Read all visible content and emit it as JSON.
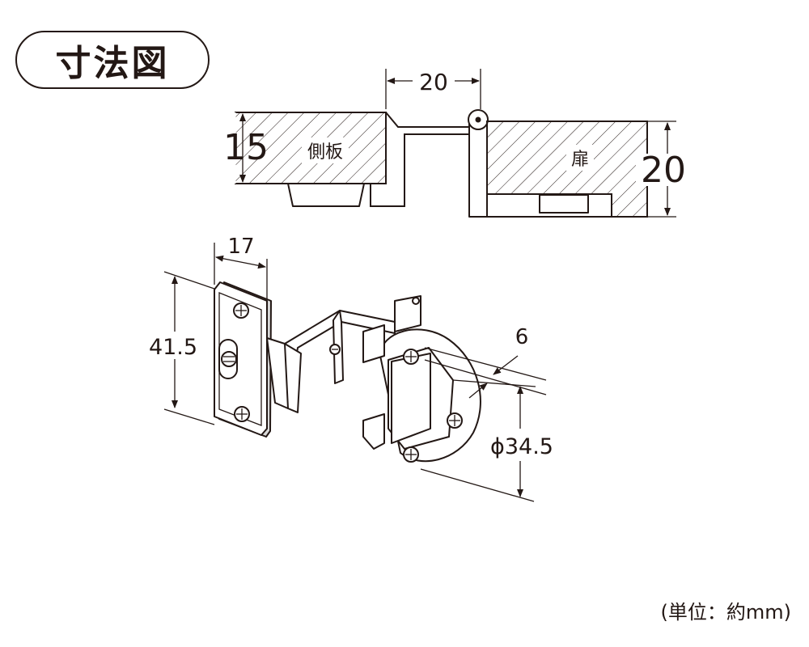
{
  "title": "寸法図",
  "unit_note": "(単位：約mm)",
  "top_view": {
    "side_panel_label": "側板",
    "door_label": "扉",
    "dim_gap": "20",
    "dim_side_thickness": "15",
    "dim_door_thickness": "20"
  },
  "hinge_view": {
    "dim_width": "17",
    "dim_height": "41.5",
    "dim_offset": "6",
    "dim_diameter": "ϕ34.5"
  }
}
